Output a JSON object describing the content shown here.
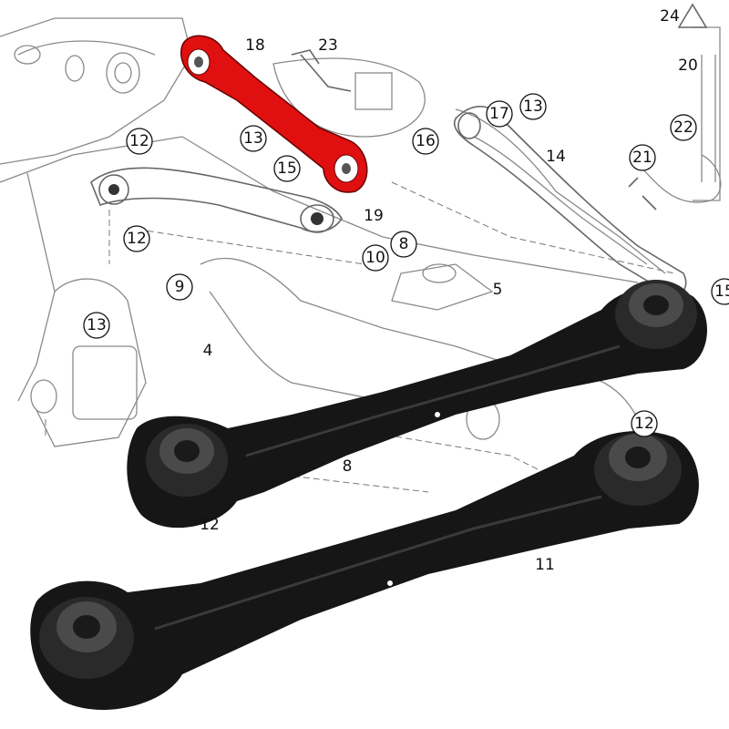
{
  "image": {
    "description_type": "parts diagram with product photo",
    "highlight_color": "#e01010",
    "part_color": "#111111",
    "callouts": {
      "c24": "24",
      "c20": "20",
      "c18": "18",
      "c23": "23",
      "c17": "17",
      "c13a": "13",
      "c16": "16",
      "c22": "22",
      "c21": "21",
      "c12a": "12",
      "c13b": "13",
      "c15a": "15",
      "c14": "14",
      "c19": "19",
      "c12b": "12",
      "c10": "10",
      "c8a": "8",
      "c9": "9",
      "c5": "5",
      "c15b": "15",
      "c13c": "13",
      "c4": "4",
      "c12c": "12",
      "c8b": "8",
      "c12d": "12",
      "c11": "11"
    }
  }
}
